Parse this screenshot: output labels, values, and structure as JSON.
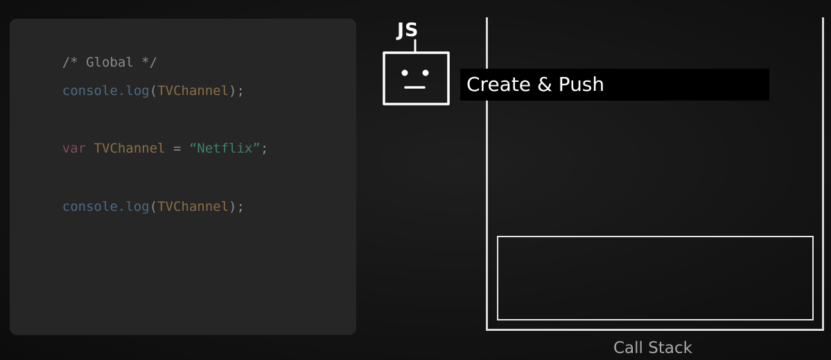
{
  "code": {
    "comment": "/* Global */",
    "line1": {
      "ident": "console.log",
      "open": "(",
      "arg": "TVChannel",
      "close": ");"
    },
    "line2": {
      "keyword": "var",
      "name": "TVChannel",
      "op": "=",
      "string": "“Netflix”",
      "end": ";"
    },
    "line3": {
      "ident": "console.log",
      "open": "(",
      "arg": "TVChannel",
      "close": ");"
    }
  },
  "robot": {
    "label": "JS",
    "icon": "robot-icon"
  },
  "banner": {
    "text": "Create & Push"
  },
  "call_stack": {
    "label": "Call Stack"
  }
}
